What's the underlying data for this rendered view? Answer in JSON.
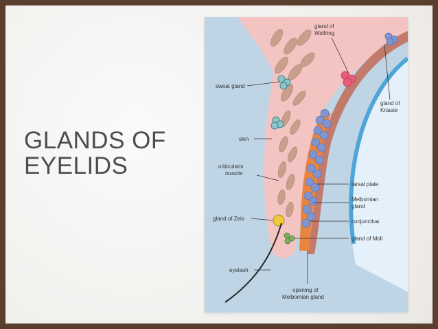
{
  "slide": {
    "title_line1": "GLANDS OF",
    "title_line2": "EYELIDS"
  },
  "diagram": {
    "labels": {
      "gland_of_wolfring": [
        "gland of",
        "Wolfring"
      ],
      "sweat_gland": "sweat gland",
      "gland_of_krause": [
        "gland of",
        "Krause"
      ],
      "skin": "skin",
      "orbicularis_muscle": [
        "orbicularis",
        "muscle"
      ],
      "tarsal_plate": "tarsal plate",
      "meibomian_gland": [
        "Meibomian",
        "gland"
      ],
      "gland_of_zeis": "gland of Zeis",
      "conjunctiva": "conjunctiva",
      "gland_of_moll": "gland of Moll",
      "eyelash": "eyelash",
      "opening_of_meibomian_gland": [
        "opening of",
        "Meibomian gland"
      ]
    },
    "colors": {
      "background": "#bcd3e3",
      "skin": "#f4c3c1",
      "muscle": "#c9a08e",
      "tarsal_plate": "#e9853f",
      "conjunctiva": "#c37a6a",
      "cornea": "#e6f1fa",
      "gland": "#7f95cf",
      "gland_of_zeis": "#f0c93d",
      "gland_of_moll": "#7fae5c",
      "gland_pink": "#e85c7b"
    }
  }
}
